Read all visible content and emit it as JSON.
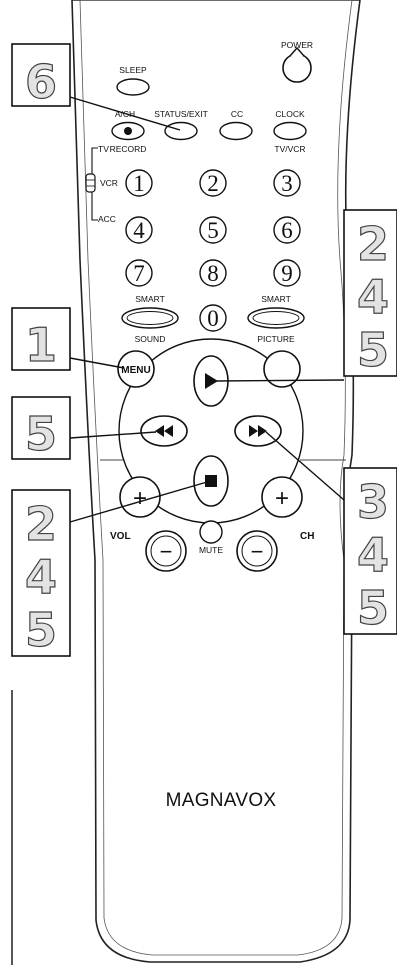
{
  "remote": {
    "buttons": {
      "power": "POWER",
      "sleep": "SLEEP",
      "ach": "A/CH",
      "status_exit": "STATUS/EXIT",
      "cc": "CC",
      "clock": "CLOCK",
      "record": "RECORD",
      "tv_vcr": "TV/VCR",
      "smart_sound_top": "SMART",
      "smart_sound_bottom": "SOUND",
      "smart_picture_top": "SMART",
      "smart_picture_bottom": "PICTURE",
      "menu": "MENU",
      "mute": "MUTE",
      "vol": "VOL",
      "ch": "CH",
      "plus": "+",
      "minus": "−"
    },
    "switch": {
      "tv": "TV",
      "vcr": "VCR",
      "acc": "ACC"
    },
    "numbers": [
      "1",
      "2",
      "3",
      "4",
      "5",
      "6",
      "7",
      "8",
      "9",
      "0"
    ],
    "brand": "MAGNAVOX"
  },
  "callouts": {
    "top_left": "6",
    "menu": "1",
    "rewind": "5",
    "stop": [
      "2",
      "4",
      "5"
    ],
    "play": [
      "2",
      "4",
      "5"
    ],
    "ffwd": [
      "3",
      "4",
      "5"
    ]
  }
}
